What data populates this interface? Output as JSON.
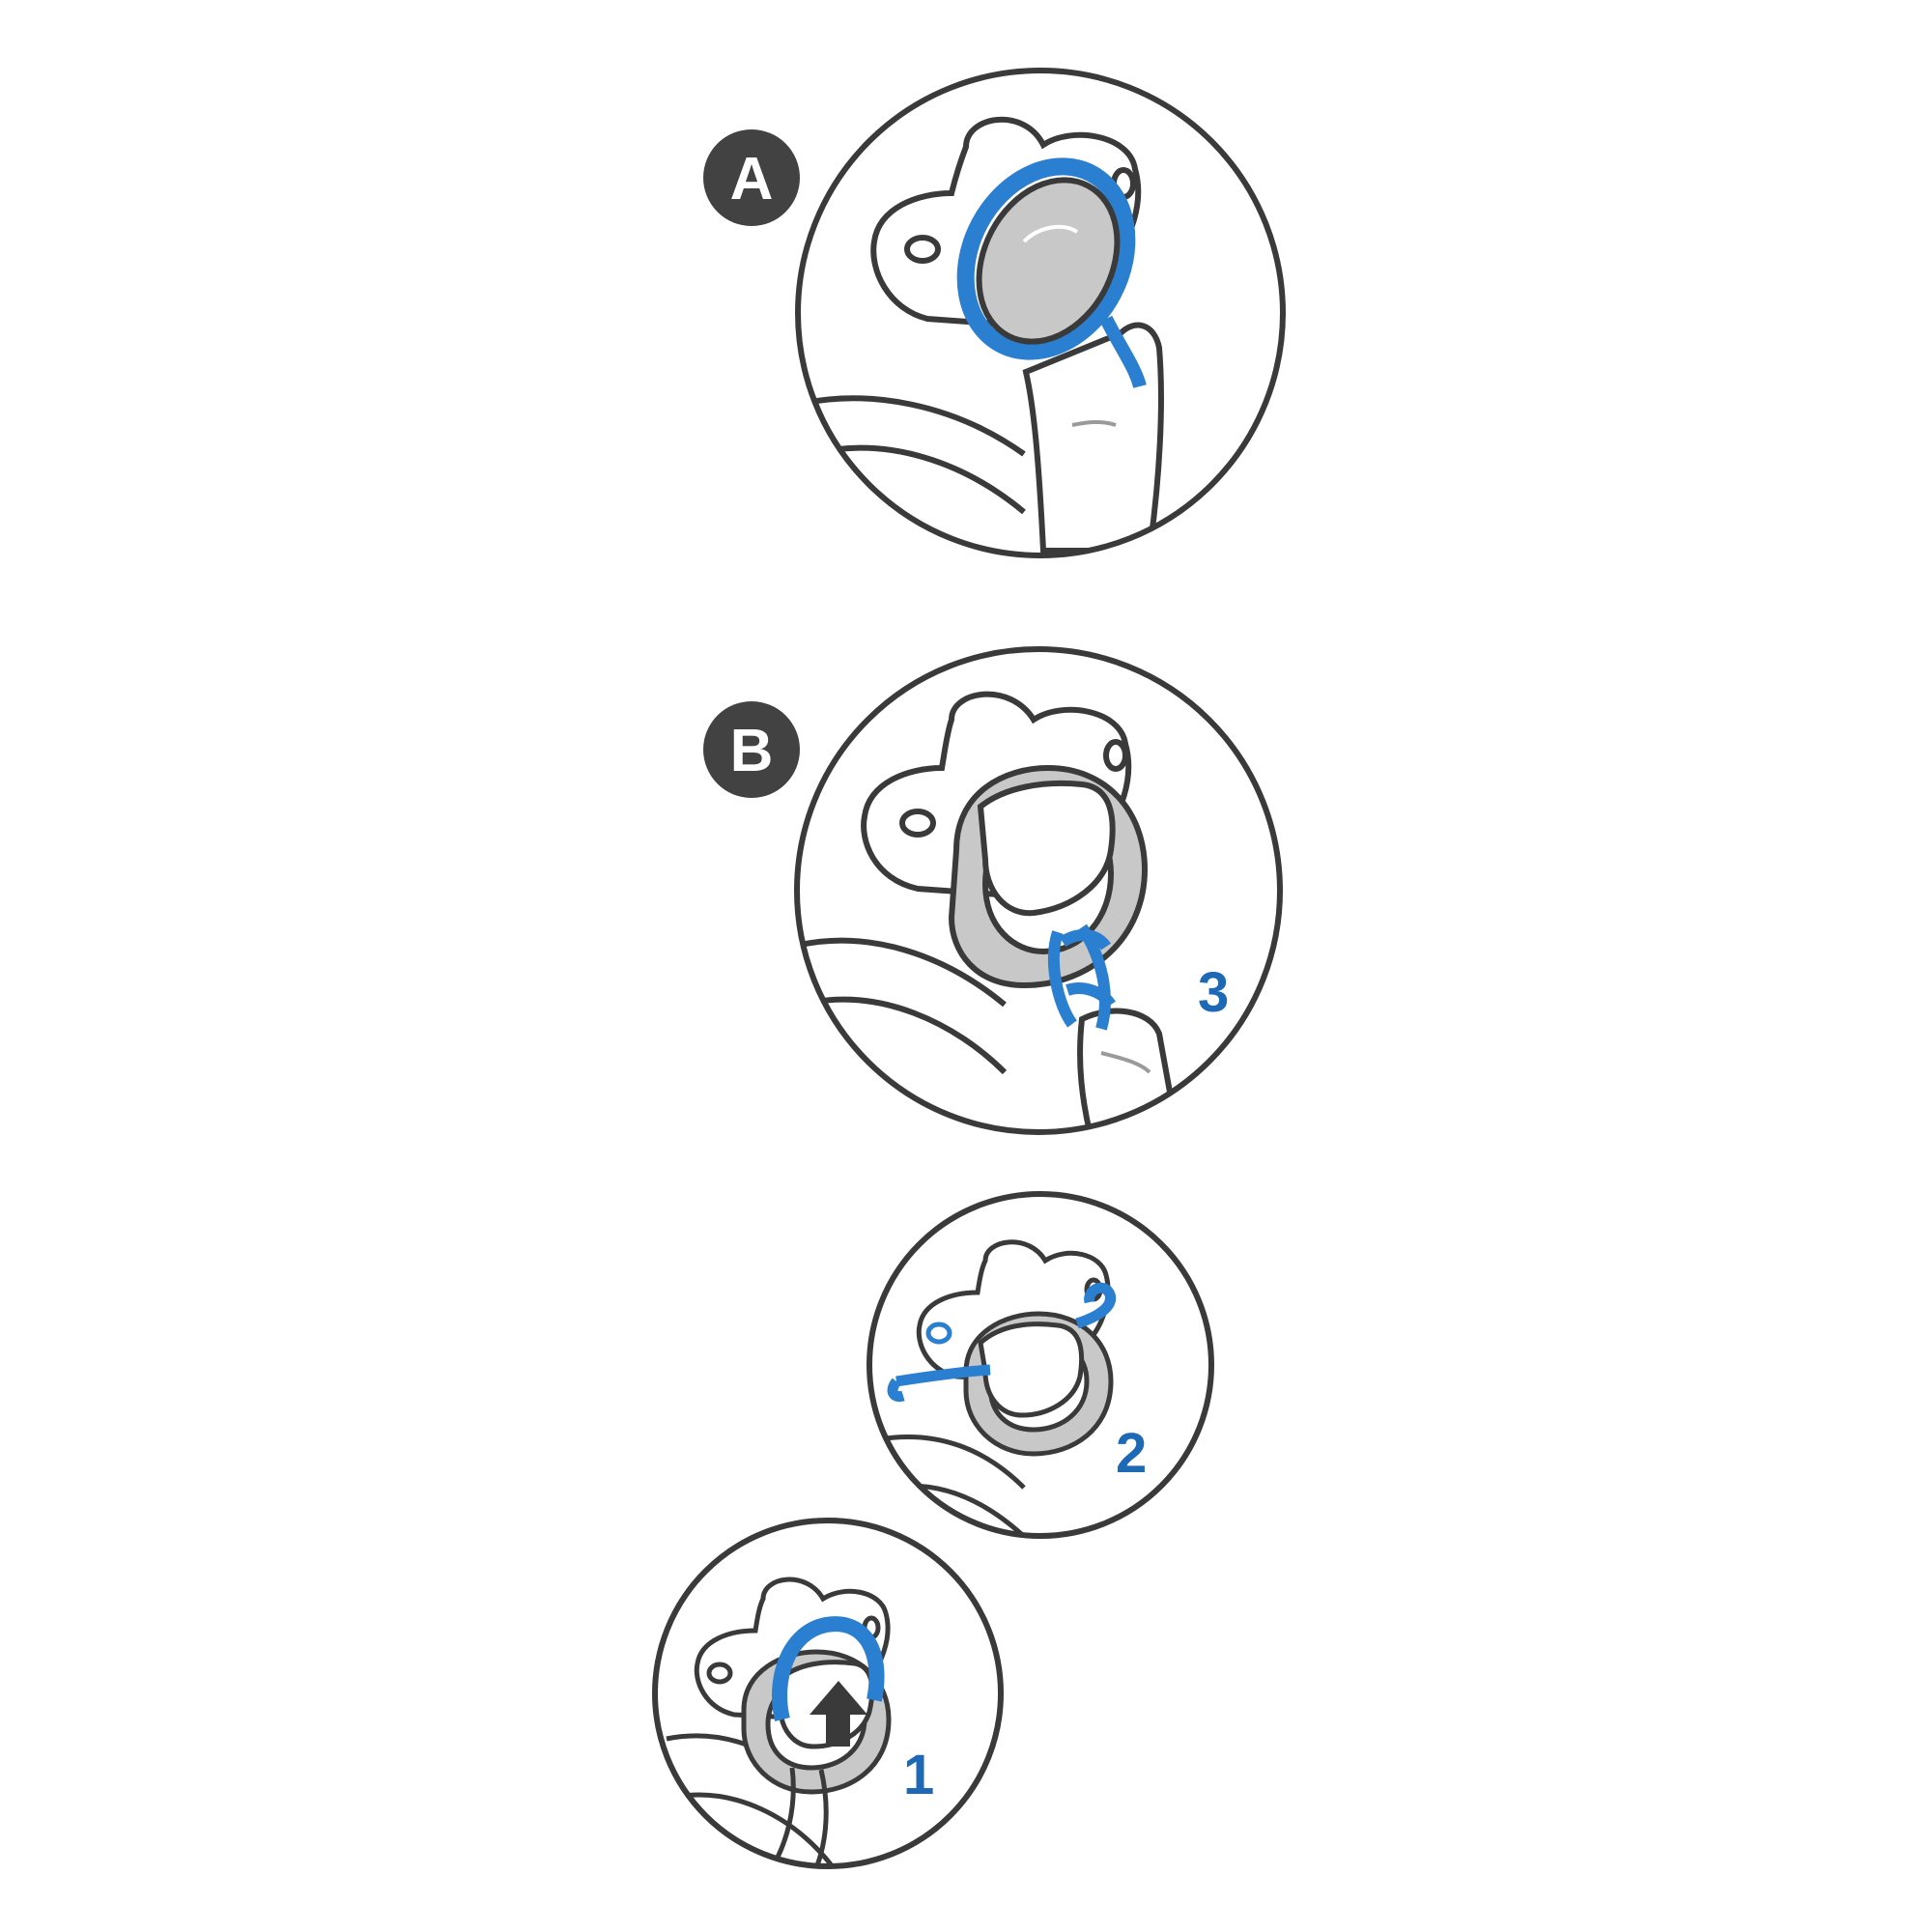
{
  "colors": {
    "outline": "#3a3a3a",
    "accent_blue": "#2b7fd0",
    "label_blue": "#1d69b5",
    "gray_fill": "#c8c8c8",
    "badge_fill": "#424242",
    "background": "#ffffff"
  },
  "panels": {
    "a": {
      "badge": "A"
    },
    "b": {
      "badge": "B",
      "step": "3"
    },
    "c": {
      "step": "2"
    },
    "d": {
      "step": "1"
    }
  },
  "icons": {
    "pacifier": "pacifier-icon",
    "ring": "ring-icon",
    "clip": "clip-icon",
    "arrow": "arrow-up-icon"
  }
}
